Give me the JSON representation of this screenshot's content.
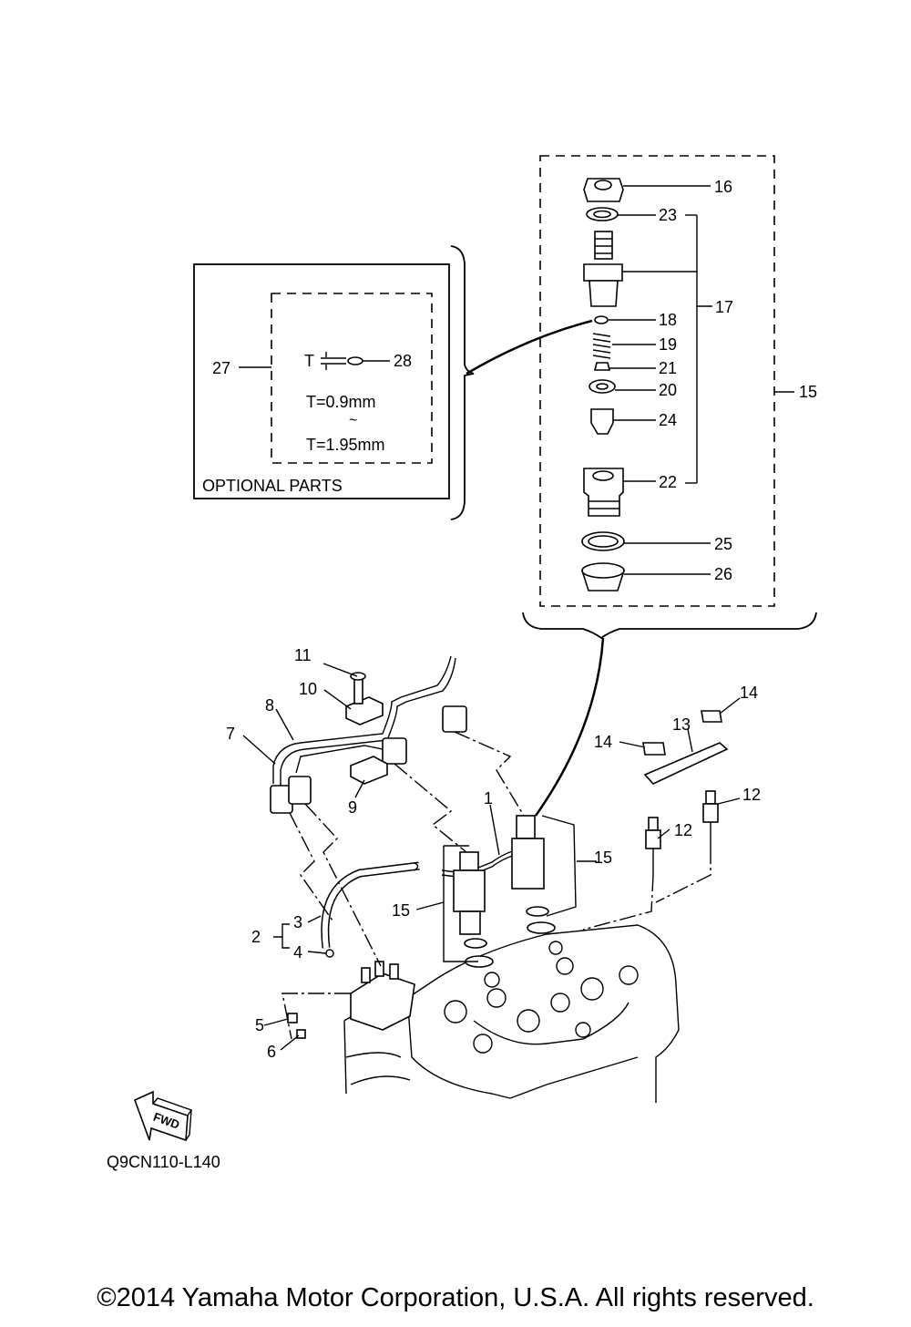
{
  "diagram_code": "Q9CN110-L140",
  "copyright": "©2014 Yamaha Motor Corporation, U.S.A. All rights reserved.",
  "optional_parts": {
    "title": "OPTIONAL PARTS",
    "t_symbol": "T",
    "t_min": "T=0.9mm",
    "range_mark": "~",
    "t_max": "T=1.95mm"
  },
  "fwd_label": "FWD",
  "callouts": {
    "c1": "1",
    "c2": "2",
    "c3": "3",
    "c4": "4",
    "c5": "5",
    "c6": "6",
    "c7": "7",
    "c8": "8",
    "c9": "9",
    "c10": "10",
    "c11": "11",
    "c12a": "12",
    "c12b": "12",
    "c13": "13",
    "c14a": "14",
    "c14b": "14",
    "c15a": "15",
    "c15b": "15",
    "c15c": "15",
    "c16": "16",
    "c17": "17",
    "c18": "18",
    "c19": "19",
    "c20": "20",
    "c21": "21",
    "c22": "22",
    "c23": "23",
    "c24": "24",
    "c25": "25",
    "c26": "26",
    "c27": "27",
    "c28": "28"
  }
}
